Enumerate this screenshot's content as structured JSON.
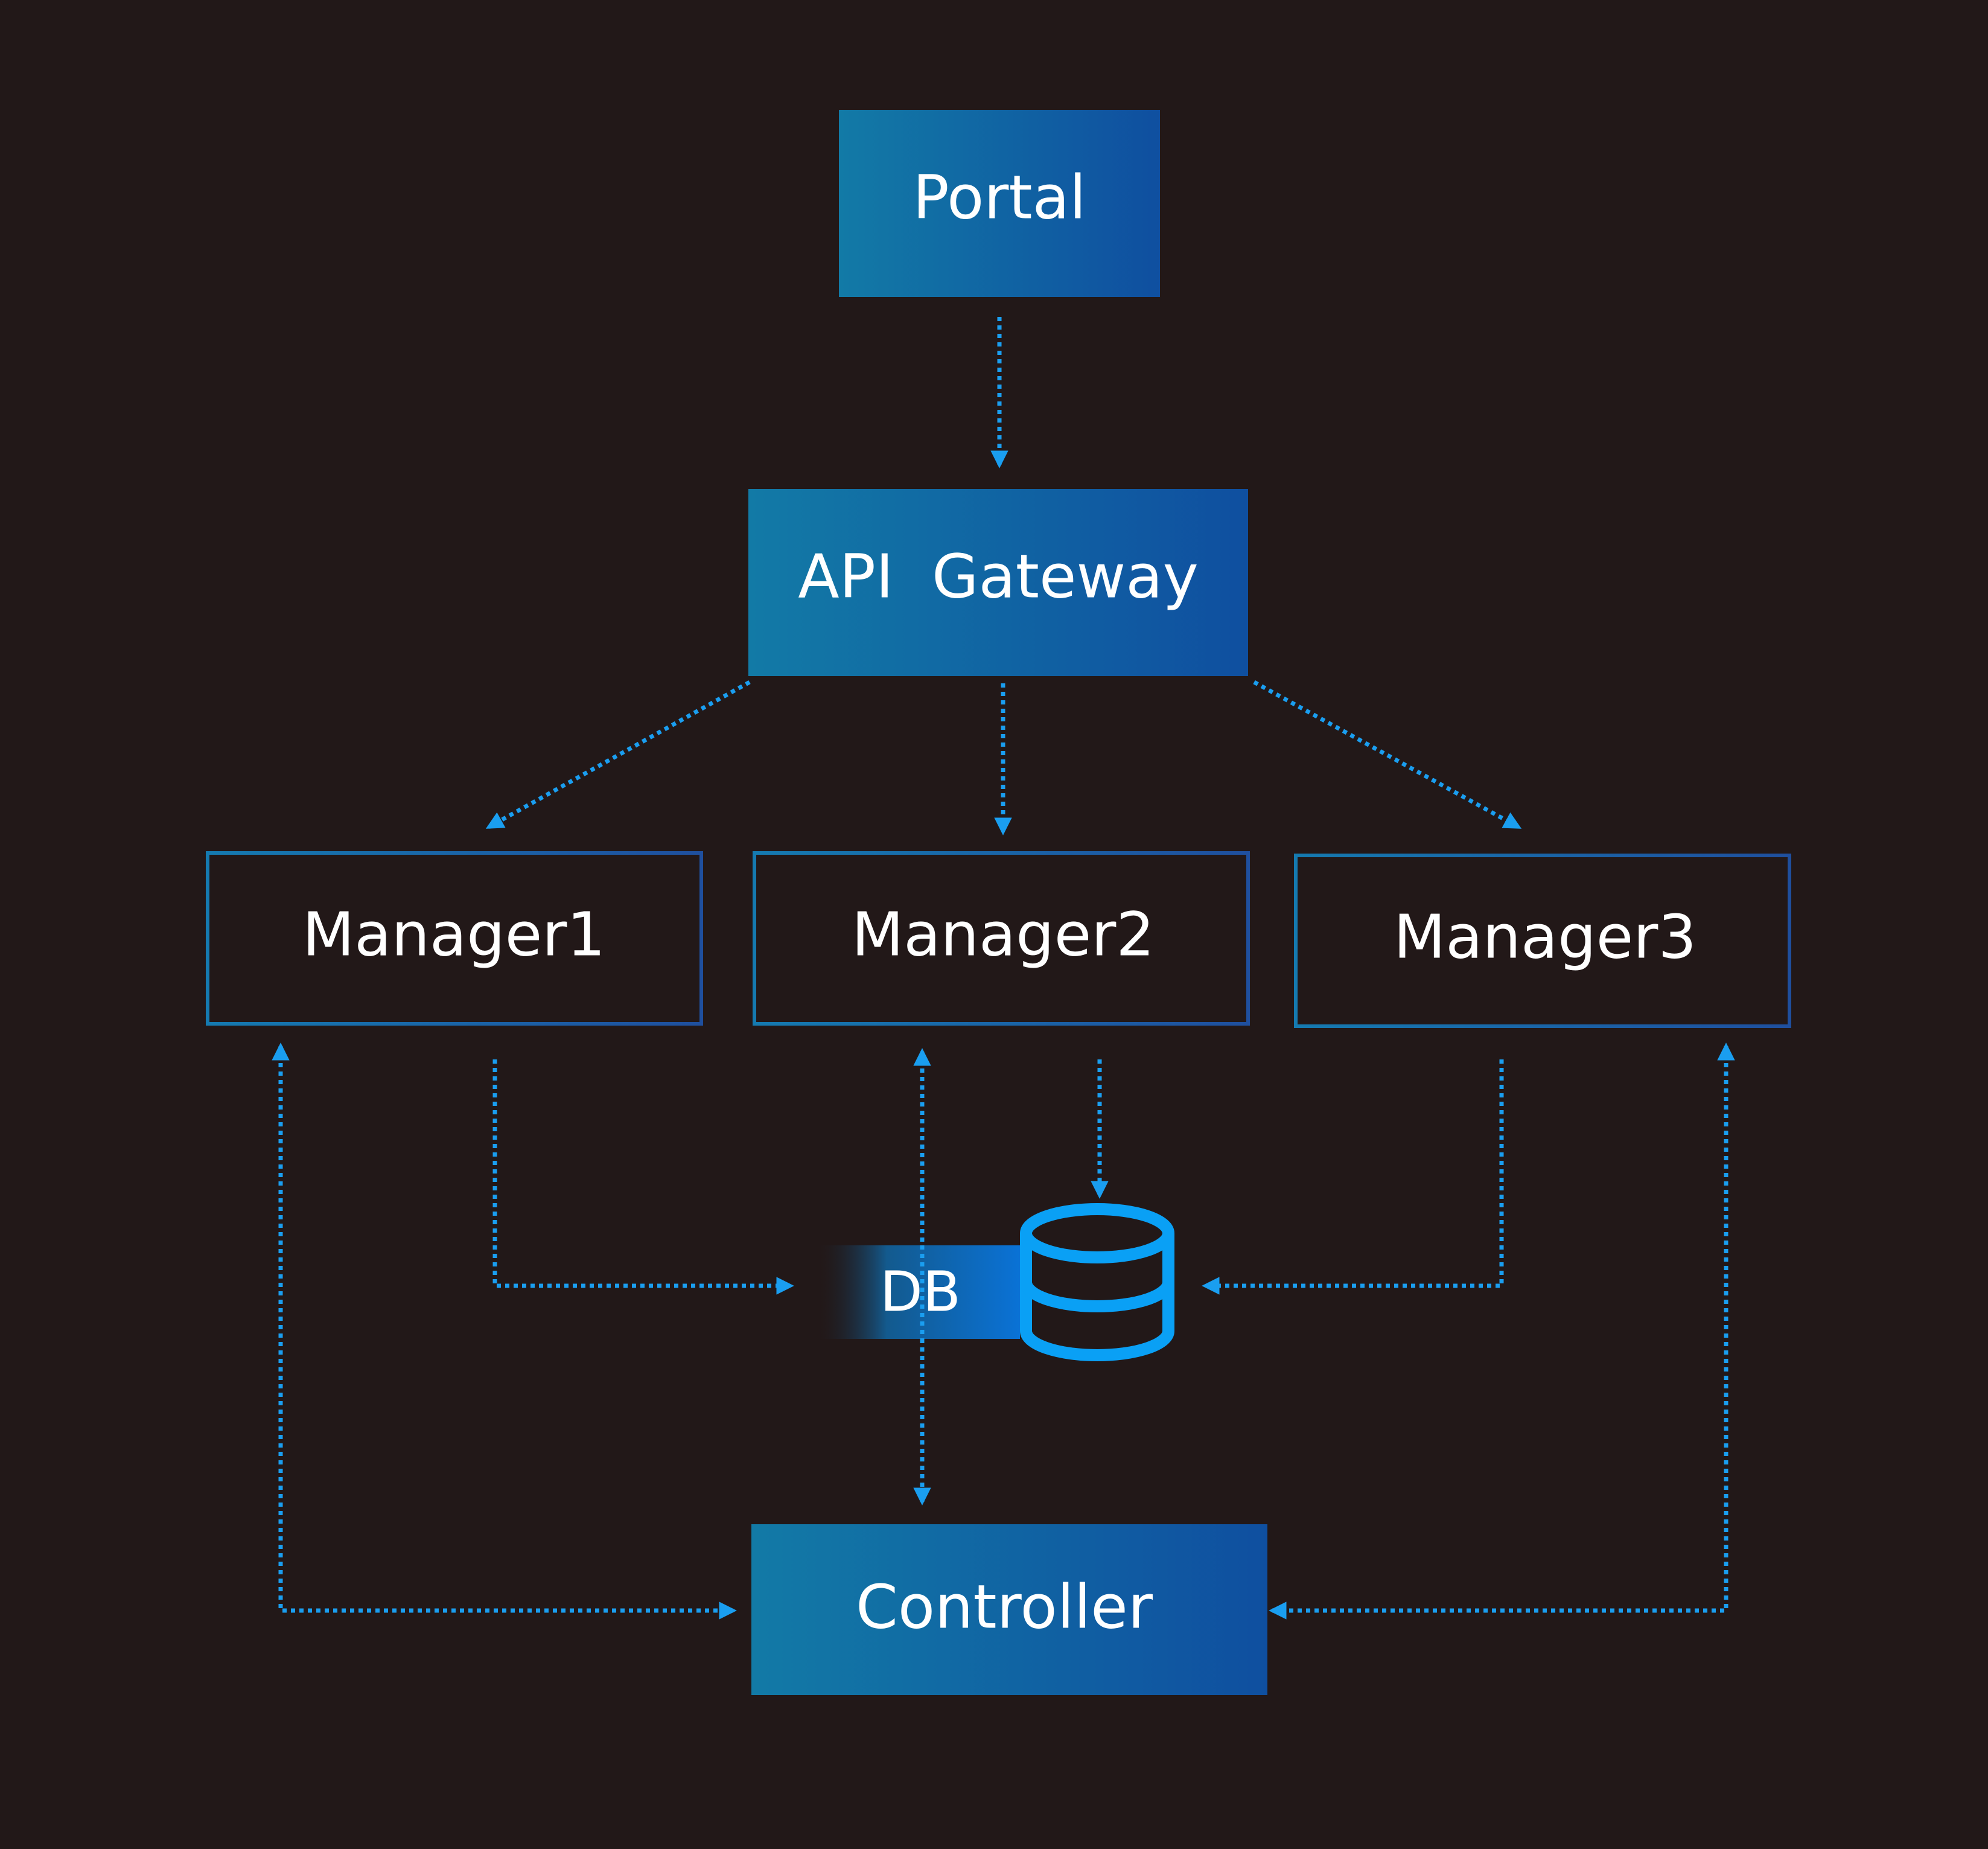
{
  "nodes": {
    "portal": {
      "label": "Portal"
    },
    "api_gateway": {
      "label": "API  Gateway"
    },
    "manager1": {
      "label": "Manager1"
    },
    "manager2": {
      "label": "Manager2"
    },
    "manager3": {
      "label": "Manager3"
    },
    "db": {
      "label": "DB"
    },
    "controller": {
      "label": "Controller"
    }
  },
  "edges": [
    {
      "from": "Portal",
      "to": "API Gateway",
      "style": "dotted",
      "direction": "forward"
    },
    {
      "from": "API Gateway",
      "to": "Manager1",
      "style": "dotted",
      "direction": "forward"
    },
    {
      "from": "API Gateway",
      "to": "Manager2",
      "style": "dotted",
      "direction": "forward"
    },
    {
      "from": "API Gateway",
      "to": "Manager3",
      "style": "dotted",
      "direction": "forward"
    },
    {
      "from": "Manager1",
      "to": "DB",
      "style": "dotted",
      "direction": "forward"
    },
    {
      "from": "Manager2",
      "to": "DB",
      "style": "dotted",
      "direction": "forward"
    },
    {
      "from": "Manager3",
      "to": "DB",
      "style": "dotted",
      "direction": "forward"
    },
    {
      "from": "Manager1",
      "to": "Controller",
      "style": "dotted",
      "direction": "both"
    },
    {
      "from": "Manager2",
      "to": "Controller",
      "style": "dotted",
      "direction": "both"
    },
    {
      "from": "Manager3",
      "to": "Controller",
      "style": "dotted",
      "direction": "both"
    }
  ],
  "colors": {
    "background": "#221818",
    "arrow": "#1a9ef0",
    "box_gradient_start": "#127aa6",
    "box_gradient_end": "#0f4fa0",
    "outline_gradient_start": "#157ab0",
    "outline_gradient_end": "#1f4f9e",
    "text": "#ffffff",
    "db_icon": "#0aa0f5"
  },
  "icons": {
    "db": "database-cylinder-icon"
  }
}
